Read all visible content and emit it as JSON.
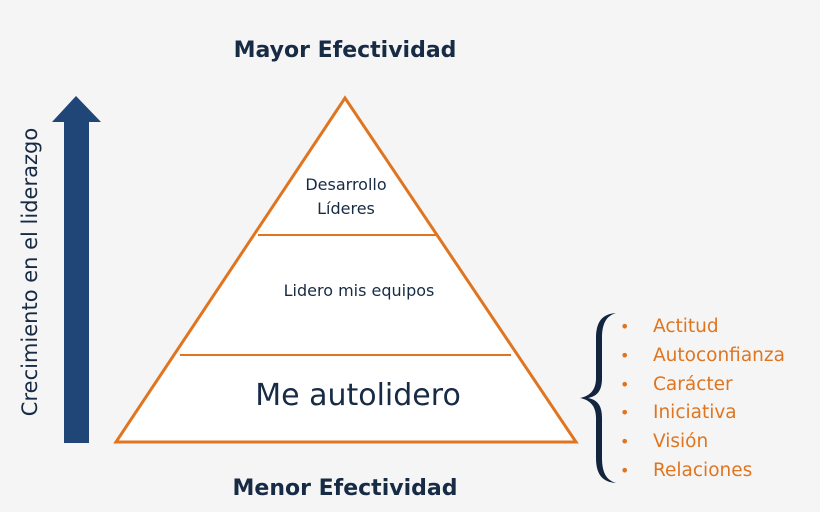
{
  "diagram": {
    "title_top": "Mayor Efectividad",
    "title_bottom": "Menor Efectividad",
    "axis_label": "Crecimiento en el liderazgo",
    "arrow_direction": "up",
    "pyramid": {
      "tiers": [
        {
          "level": "top",
          "lines": [
            "Desarrollo",
            "Líderes"
          ]
        },
        {
          "level": "middle",
          "label": "Lidero mis equipos"
        },
        {
          "level": "bottom",
          "label": "Me autolidero"
        }
      ]
    },
    "traits_bracket": {
      "attached_to": "Me autolidero",
      "bullet": "•",
      "items": [
        "Actitud",
        "Autoconfianza",
        "Carácter",
        "Iniciativa",
        "Visión",
        "Relaciones"
      ]
    },
    "colors": {
      "background": "#f5f5f5",
      "navy_text": "#172b45",
      "arrow_blue": "#1f4676",
      "pyramid_outline": "#df7520",
      "pyramid_fill": "#ffffff",
      "bracket": "#13253e",
      "traits_orange": "#df7520"
    }
  }
}
